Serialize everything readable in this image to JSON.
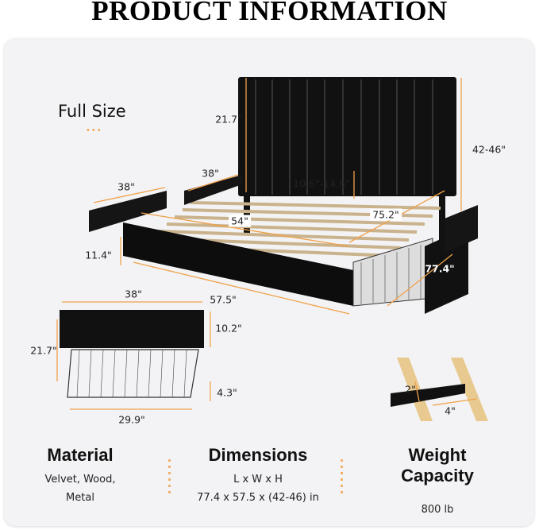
{
  "title": "PRODUCT INFORMATION",
  "size_label": "Full Size",
  "accent_color": "#f0a14a",
  "dimension_labels": {
    "headboard_height": "21.7\"",
    "total_height": "42-46\"",
    "side_rail_back": "38\"",
    "side_rail_front": "38\"",
    "headboard_clearance": "10.6\"-14.6\"",
    "inner_width": "54\"",
    "inner_length": "75.2\"",
    "rail_height": "11.4\"",
    "total_length": "77.4\"",
    "total_width": "57.5\"",
    "drawer_length": "38\"",
    "drawer_panel_height": "10.2\"",
    "drawer_depth": "21.7\"",
    "drawer_basket_height": "4.3\"",
    "drawer_width": "29.9\"",
    "slat_thickness": "2\"",
    "slat_width": "4\""
  },
  "specs": [
    {
      "heading": "Material",
      "lines": [
        "Velvet, Wood,",
        "Metal"
      ]
    },
    {
      "heading": "Dimensions",
      "lines": [
        "L x W x H",
        "77.4 x 57.5 x (42-46) in"
      ]
    },
    {
      "heading": "Weight Capacity",
      "lines": [
        "800 lb"
      ]
    }
  ]
}
